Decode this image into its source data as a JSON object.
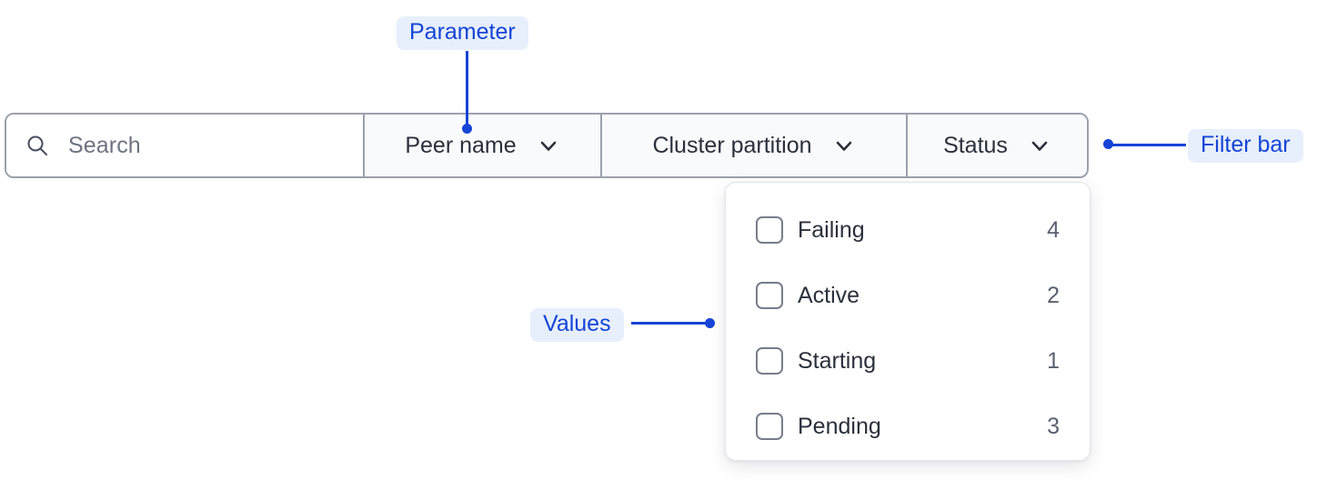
{
  "filter_bar": {
    "search": {
      "placeholder": "Search",
      "value": "",
      "icon": "search-icon"
    },
    "segments": [
      {
        "label": "Peer name",
        "icon": "chevron-down-icon"
      },
      {
        "label": "Cluster partition",
        "icon": "chevron-down-icon"
      },
      {
        "label": "Status",
        "icon": "chevron-down-icon"
      }
    ]
  },
  "dropdown_panel": {
    "open_for_segment": "Status",
    "options": [
      {
        "label": "Failing",
        "count": "4",
        "checked": false
      },
      {
        "label": "Active",
        "count": "2",
        "checked": false
      },
      {
        "label": "Starting",
        "count": "1",
        "checked": false
      },
      {
        "label": "Pending",
        "count": "3",
        "checked": false
      }
    ]
  },
  "annotations": [
    {
      "id": "parameter",
      "label": "Parameter"
    },
    {
      "id": "filter-bar",
      "label": "Filter bar"
    },
    {
      "id": "values",
      "label": "Values"
    }
  ],
  "colors": {
    "annotation_text": "#1544d6",
    "annotation_background": "#e7effc",
    "bar_border": "#9ca0ad",
    "segment_background": "#f9fafb",
    "text_primary": "#2b303b",
    "text_muted": "#6e7380"
  }
}
